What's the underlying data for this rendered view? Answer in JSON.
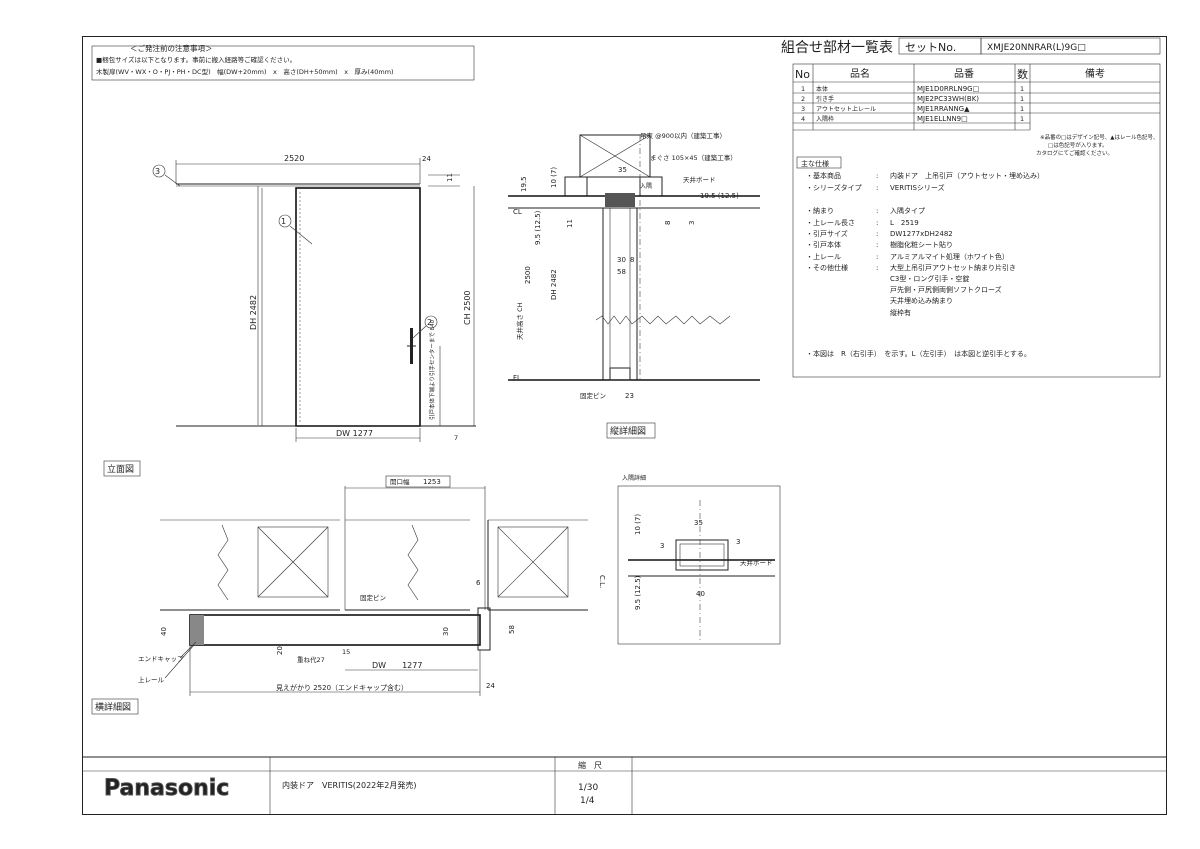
{
  "notice": {
    "title": "＜ご発注前の注意事項＞",
    "line1": "■梱包サイズは以下となります。事前に搬入経路等ご確認ください。",
    "line2": "木製扉(WV・WX・O・PJ・PH・DC型)　幅(DW+20mm)　x　高さ(DH+50mm)　x　厚み(40mm)"
  },
  "header": {
    "title": "組合せ部材一覧表",
    "set_label": "セットNo.",
    "set_number": "XMJE20NNRAR(L)9G□"
  },
  "parts_table": {
    "headers": [
      "No",
      "品名",
      "品番",
      "数",
      "備考"
    ],
    "rows": [
      {
        "no": "1",
        "name": "本体",
        "code": "MJE1D0RRLN9G□",
        "qty": "1",
        "note": ""
      },
      {
        "no": "2",
        "name": "引き手",
        "code": "MJE2PC33WH(BK)",
        "qty": "1",
        "note": ""
      },
      {
        "no": "3",
        "name": "アウトセット上レール",
        "code": "MJE1RRANNG▲",
        "qty": "1",
        "note": ""
      },
      {
        "no": "4",
        "name": "入隅枠",
        "code": "MJE1ELLNN9□",
        "qty": "1",
        "note": ""
      }
    ],
    "footnote1": "※品番の□はデザイン記号、▲はレール色記号、",
    "footnote2": "□は色記号が入ります。",
    "footnote3": "カタログにてご確認ください。"
  },
  "specs": {
    "heading": "主な仕様",
    "items": [
      {
        "label": "・基本商品",
        "value": "内装ドア　上吊引戸（アウトセット・埋め込み）"
      },
      {
        "label": "・シリーズタイプ",
        "value": "VERITISシリーズ"
      },
      {
        "label": "・納まり",
        "value": "入隅タイプ"
      },
      {
        "label": "・上レール長さ",
        "value": "L　2519"
      },
      {
        "label": "・引戸サイズ",
        "value": "DW1277xDH2482"
      },
      {
        "label": "・引戸本体",
        "value": "樹脂化粧シート貼り"
      },
      {
        "label": "・上レール",
        "value": "アルミアルマイト処理（ホワイト色）"
      },
      {
        "label": "・その他仕様",
        "value": "大型上吊引戸アウトセット納まり片引き"
      }
    ],
    "extra": [
      "C3型・ロング引手・空錠",
      "戸先側・戸尻側両側ソフトクローズ",
      "天井埋め込み納まり",
      "縦枠有"
    ],
    "note": "・本図は　R（右引手）　を示す。L（左引手）　は本図と逆引手とする。"
  },
  "elevation": {
    "label": "立面図",
    "dim_top": "2520",
    "dim_24": "24",
    "dim_11": "11",
    "dim_dh": "DH 2482",
    "dim_ch": "CH 2500",
    "dim_dw": "DW 1277",
    "dim_7": "7",
    "dim_840": "引戸本体下端より引手センターまで 840",
    "callout1": "1",
    "callout2": "2",
    "callout3": "3"
  },
  "vertical_section": {
    "label": "縦詳細図",
    "note1": "吊束 @900以内（建築工事）",
    "note2": "まぐさ 105×45（建築工事）",
    "note3": "天井ボード",
    "note4": "入隅",
    "note5": "固定ピン",
    "d195": "19.5",
    "d10": "10 (7)",
    "d35": "35",
    "d195b": "19.5 (12.5)",
    "d95": "9.5 (12.5)",
    "d11": "11",
    "d8": "8",
    "d3": "3",
    "d30": "30",
    "d8b": "8",
    "d58": "58",
    "d2500": "2500",
    "ch": "天井高さ CH",
    "d2482": "DH 2482",
    "d23": "23",
    "cl": "CL",
    "fl": "FL"
  },
  "corner_detail": {
    "label": "入隅詳細",
    "d35": "35",
    "d10": "10 (7)",
    "d3a": "3",
    "d3b": "3",
    "d95": "9.5 (12.5)",
    "d40": "40",
    "board": "天井ボード",
    "cl": "C.L."
  },
  "horizontal_section": {
    "label": "横詳細図",
    "opening": "開口幅",
    "opening_val": "1253",
    "pin": "固定ピン",
    "d6": "6",
    "d40": "40",
    "d30": "30",
    "d58": "58",
    "d20": "20",
    "d15": "15",
    "overlap": "重ね代27",
    "dw": "DW　　1277",
    "endcap": "エンドキャップ",
    "rail": "上レール",
    "total": "見えがかり 2520（エンドキャップ含む）",
    "d24": "24"
  },
  "title_block": {
    "brand": "Panasonic",
    "product": "内装ドア　VERITIS(2022年2月発売)",
    "scale_label": "縮　尺",
    "scale1": "1/30",
    "scale2": "1/4"
  }
}
